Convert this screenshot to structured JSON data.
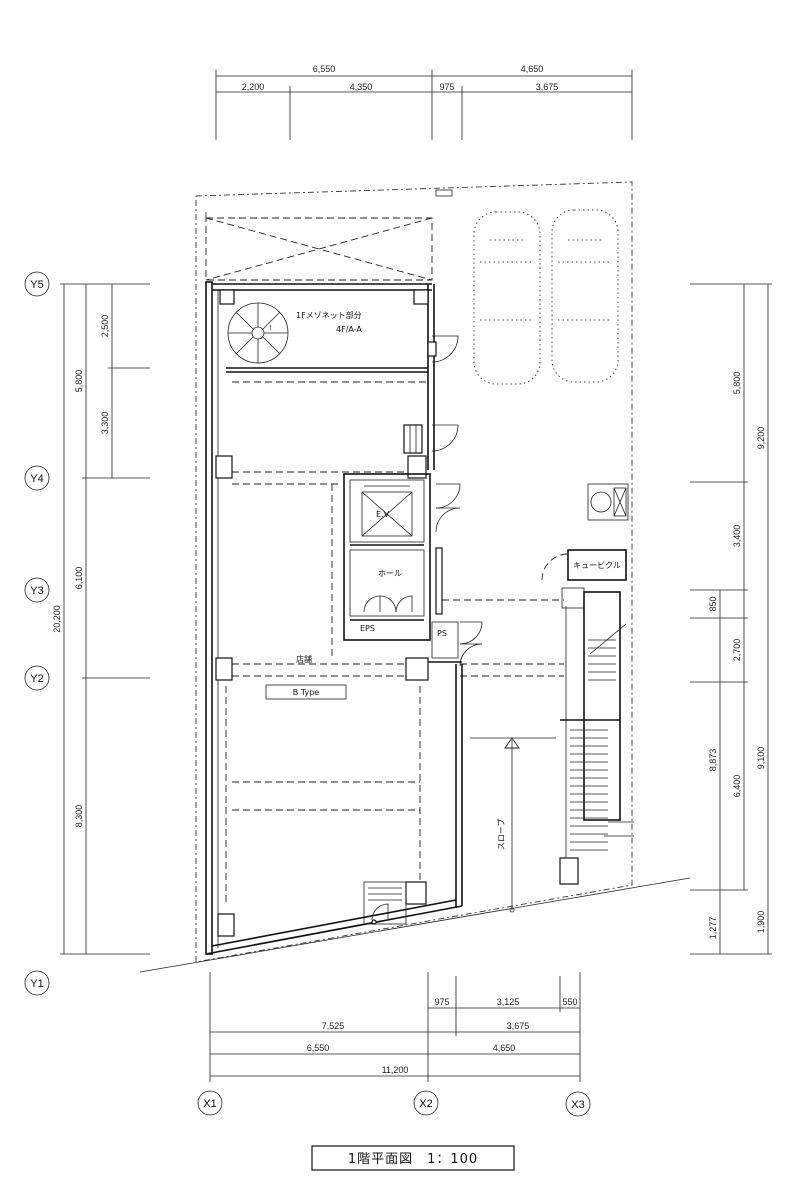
{
  "title": "1階平面図　1：100",
  "grid": {
    "x_labels": [
      "X1",
      "X2",
      "X3"
    ],
    "y_labels": [
      "Y1",
      "Y2",
      "Y3",
      "Y4",
      "Y5"
    ]
  },
  "dimensions": {
    "top_total": [
      "6,550",
      "4,650"
    ],
    "top_sub": [
      "2,200",
      "4,350",
      "975",
      "3,675"
    ],
    "left": [
      "2,500",
      "5,800",
      "3,300",
      "6,100",
      "20,200",
      "8,300"
    ],
    "right": [
      "5,800",
      "9,200",
      "3,400",
      "850",
      "2,700",
      "8,873",
      "6,400",
      "9,100",
      "1,277",
      "1,900"
    ],
    "bottom_row1": [
      "975",
      "3,125",
      "550"
    ],
    "bottom_row2": [
      "7,525",
      "3,675"
    ],
    "bottom_row3": [
      "6,550",
      "4,650"
    ],
    "bottom_total": "11,200"
  },
  "rooms": {
    "maisonette": "1Fメゾネット部分",
    "maisonette_sub": "4F/A-A",
    "ev": "E.V",
    "hall": "ホール",
    "eps": "EPS",
    "ps": "PS",
    "b_type": "B Type",
    "corridor": "店舗",
    "cubicle": "キュービクル",
    "slope": "スロープ"
  }
}
